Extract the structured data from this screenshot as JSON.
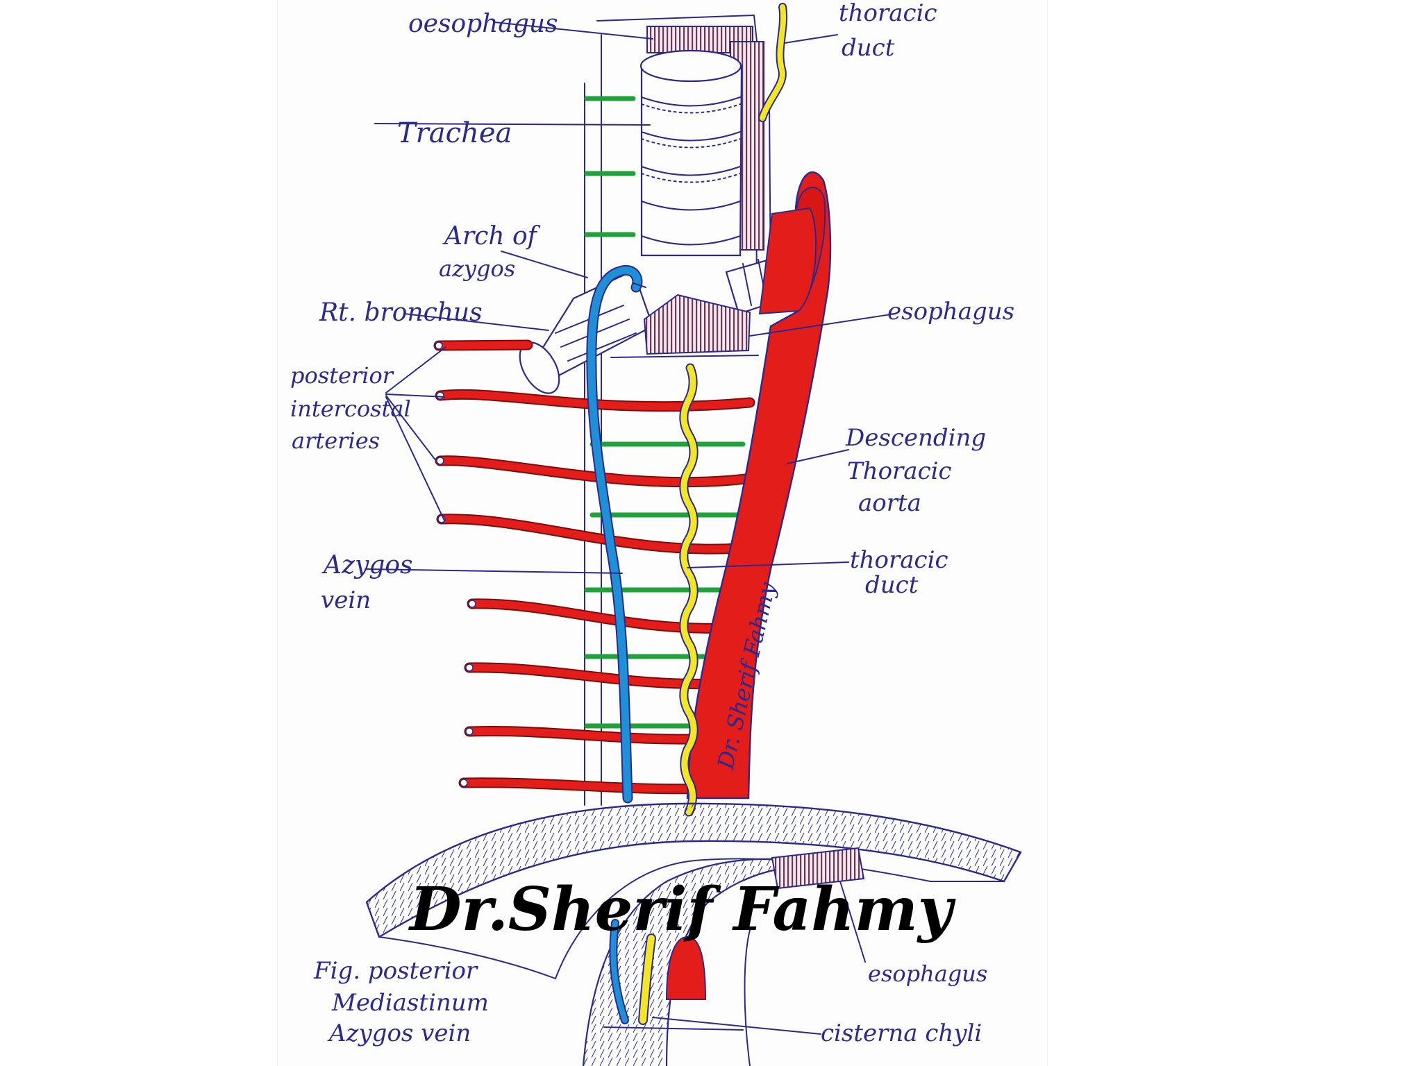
{
  "diagram": {
    "labels": {
      "oesophagus_top": "oesophagus",
      "thoracic_duct_top_1": "thoracic",
      "thoracic_duct_top_2": "duct",
      "trachea": "Trachea",
      "arch_azygos_1": "Arch of",
      "arch_azygos_2": "azygos",
      "rt_bronchus": "Rt. bronchus",
      "esophagus_mid": "esophagus",
      "post_intercostal_1": "posterior",
      "post_intercostal_2": "intercostal",
      "post_intercostal_3": "arteries",
      "descending_aorta_1": "Descending",
      "descending_aorta_2": "Thoracic",
      "descending_aorta_3": "aorta",
      "azygos_vein_1": "Azygos",
      "azygos_vein_2": "vein",
      "thoracic_duct_mid_1": "thoracic",
      "thoracic_duct_mid_2": "duct",
      "esophagus_low": "esophagus",
      "cisterna_chyli": "cisterna chyli",
      "fig_caption_1": "Fig. posterior",
      "fig_caption_2": "Mediastinum",
      "fig_caption_3": "Azygos vein",
      "signature_on_aorta": "Dr. Sherif Fahmy"
    },
    "watermark": "Dr.Sherif Fahmy",
    "colors": {
      "ink": "#2b2a8c",
      "aorta": "#e31d1a",
      "azygos": "#1f8fd6",
      "duct": "#f2e626",
      "esophagus": "#6e3a57",
      "disc": "#20a23a"
    }
  }
}
